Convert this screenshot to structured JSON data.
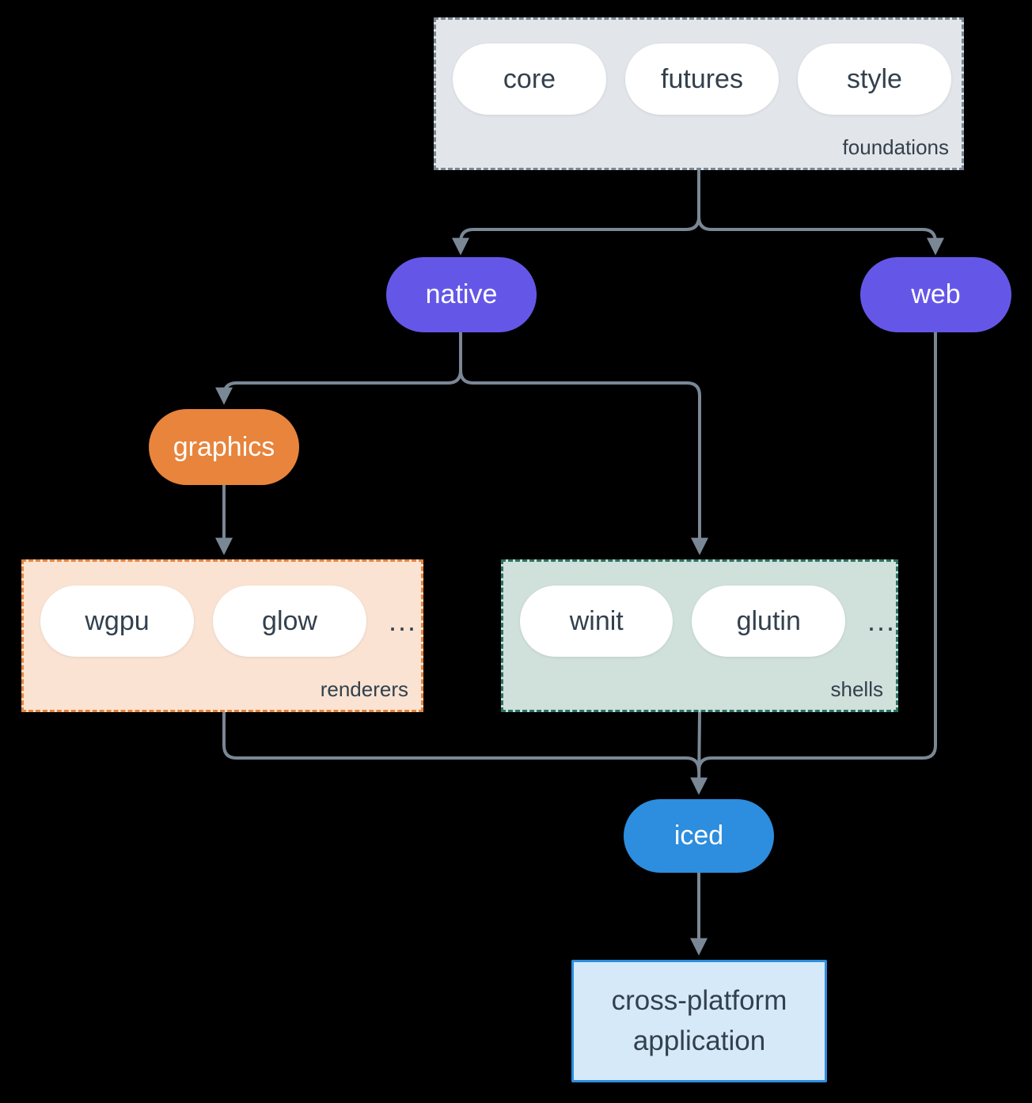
{
  "colors": {
    "background": "#000000",
    "connector": "#7a8795",
    "purple": "#6457e8",
    "orange": "#e8843c",
    "blue": "#2d8dde",
    "dark_text": "#33404d",
    "pill_white": "#ffffff",
    "foundations_fill": "#e2e5e9",
    "foundations_border": "#7a8795",
    "renderers_fill": "#fae3d2",
    "renderers_border": "#e8843c",
    "shells_fill": "#d0e0da",
    "shells_border": "#2a7263",
    "application_fill": "#d6e9f8",
    "application_border": "#2d8dde"
  },
  "foundations": {
    "label": "foundations",
    "pills": [
      "core",
      "futures",
      "style"
    ]
  },
  "native": {
    "label": "native"
  },
  "web": {
    "label": "web"
  },
  "graphics": {
    "label": "graphics"
  },
  "renderers": {
    "label": "renderers",
    "pills": [
      "wgpu",
      "glow"
    ],
    "ellipsis": "..."
  },
  "shells": {
    "label": "shells",
    "pills": [
      "winit",
      "glutin"
    ],
    "ellipsis": "..."
  },
  "iced": {
    "label": "iced"
  },
  "application": {
    "label": "cross-platform application"
  },
  "edges": [
    {
      "from": "foundations",
      "to": "native"
    },
    {
      "from": "foundations",
      "to": "web"
    },
    {
      "from": "native",
      "to": "graphics"
    },
    {
      "from": "native",
      "to": "shells"
    },
    {
      "from": "graphics",
      "to": "renderers"
    },
    {
      "from": "renderers",
      "to": "iced"
    },
    {
      "from": "shells",
      "to": "iced"
    },
    {
      "from": "web",
      "to": "iced"
    },
    {
      "from": "iced",
      "to": "application"
    }
  ]
}
